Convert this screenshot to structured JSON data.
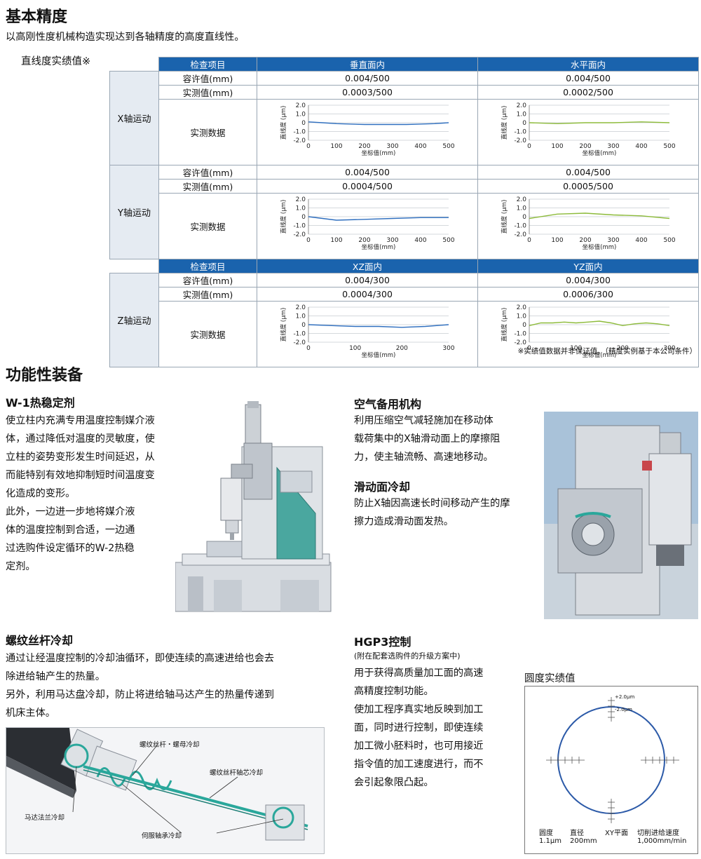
{
  "section1": {
    "title": "基本精度",
    "desc": "以高刚性度机械构造实现达到各轴精度的高度直线性。",
    "subtitle": "直线度实绩值※",
    "header1": {
      "item": "检查项目",
      "col1": "垂直面内",
      "col2": "水平面内"
    },
    "header2": {
      "item": "检查项目",
      "col1": "XZ面内",
      "col2": "YZ面内"
    },
    "row_labels": {
      "tol": "容许值(mm)",
      "meas": "实测值(mm)",
      "data": "实测数据"
    },
    "axes": [
      {
        "name": "X轴运动",
        "tol1": "0.004/500",
        "tol2": "0.004/500",
        "meas1": "0.0003/500",
        "meas2": "0.0002/500"
      },
      {
        "name": "Y轴运动",
        "tol1": "0.004/500",
        "tol2": "0.004/500",
        "meas1": "0.0004/500",
        "meas2": "0.0005/500"
      },
      {
        "name": "Z轴运动",
        "tol1": "0.004/300",
        "tol2": "0.004/300",
        "meas1": "0.0004/300",
        "meas2": "0.0006/300"
      }
    ],
    "footnote": "※实绩值数据并非保证值。（精度实例基于本公司条件）"
  },
  "chart_data": [
    {
      "type": "line",
      "ylabel": "直线度 (μm)",
      "xlabel": "坐标值(mm)",
      "ylim": [
        -2.0,
        2.0
      ],
      "yticks": [
        "2.0",
        "1.0",
        "0",
        "-1.0",
        "-2.0"
      ],
      "xticks": [
        "0",
        "100",
        "200",
        "300",
        "400",
        "500"
      ],
      "xmax": 500,
      "color": "#2f6fbf",
      "x": [
        0,
        50,
        100,
        150,
        200,
        250,
        300,
        350,
        400,
        450,
        500
      ],
      "y": [
        0.1,
        0,
        -0.1,
        -0.15,
        -0.2,
        -0.2,
        -0.2,
        -0.2,
        -0.15,
        -0.1,
        0
      ]
    },
    {
      "type": "line",
      "ylabel": "直线度 (μm)",
      "xlabel": "坐标值(mm)",
      "ylim": [
        -2.0,
        2.0
      ],
      "yticks": [
        "2.0",
        "1.0",
        "0",
        "-1.0",
        "-2.0"
      ],
      "xticks": [
        "0",
        "100",
        "200",
        "300",
        "400",
        "500"
      ],
      "xmax": 500,
      "color": "#8dbb3a",
      "x": [
        0,
        100,
        200,
        300,
        400,
        500
      ],
      "y": [
        0,
        -0.1,
        0,
        0,
        0.1,
        0
      ]
    },
    {
      "type": "line",
      "ylabel": "直线度 (μm)",
      "xlabel": "坐标值(mm)",
      "ylim": [
        -2.0,
        2.0
      ],
      "yticks": [
        "2.0",
        "1.0",
        "0",
        "-1.0",
        "-2.0"
      ],
      "xticks": [
        "0",
        "100",
        "200",
        "300",
        "400",
        "500"
      ],
      "xmax": 500,
      "color": "#2f6fbf",
      "x": [
        0,
        100,
        200,
        300,
        400,
        500
      ],
      "y": [
        0,
        -0.4,
        -0.3,
        -0.2,
        -0.1,
        -0.1
      ]
    },
    {
      "type": "line",
      "ylabel": "直线度 (μm)",
      "xlabel": "坐标值(mm)",
      "ylim": [
        -2.0,
        2.0
      ],
      "yticks": [
        "2.0",
        "1.0",
        "0",
        "-1.0",
        "-2.0"
      ],
      "xticks": [
        "0",
        "100",
        "200",
        "300",
        "400",
        "500"
      ],
      "xmax": 500,
      "color": "#8dbb3a",
      "x": [
        0,
        100,
        200,
        300,
        400,
        500
      ],
      "y": [
        -0.2,
        0.3,
        0.4,
        0.2,
        0.1,
        -0.2
      ]
    },
    {
      "type": "line",
      "ylabel": "直线度 (μm)",
      "xlabel": "坐标值(mm)",
      "ylim": [
        -2.0,
        2.0
      ],
      "yticks": [
        "2.0",
        "1.0",
        "0",
        "-1.0",
        "-2.0"
      ],
      "xticks": [
        "0",
        "100",
        "200",
        "300"
      ],
      "xmax": 300,
      "color": "#2f6fbf",
      "x": [
        0,
        50,
        100,
        150,
        200,
        250,
        300
      ],
      "y": [
        0,
        -0.1,
        -0.2,
        -0.2,
        -0.3,
        -0.2,
        0
      ]
    },
    {
      "type": "line",
      "ylabel": "直线度 (μm)",
      "xlabel": "坐标值(mm)",
      "ylim": [
        -2.0,
        2.0
      ],
      "yticks": [
        "2.0",
        "1.0",
        "0",
        "-1.0",
        "-2.0"
      ],
      "xticks": [
        "0",
        "100",
        "200",
        "300"
      ],
      "xmax": 300,
      "color": "#8dbb3a",
      "x": [
        0,
        25,
        50,
        75,
        100,
        125,
        150,
        175,
        200,
        225,
        250,
        275,
        300
      ],
      "y": [
        -0.1,
        0.2,
        0.2,
        0.3,
        0.2,
        0.3,
        0.4,
        0.2,
        -0.1,
        0.1,
        0.2,
        0.1,
        -0.1
      ]
    }
  ],
  "section2": {
    "title": "功能性装备",
    "w1": {
      "title": "W-1热稳定剂",
      "p1": [
        "使立柱内充满专用温度控制媒介液",
        "体，通过降低对温度的灵敏度，使",
        "立柱的姿势变形发生时间延迟，从",
        "而能特别有效地抑制短时间温度变",
        "化造成的变形。"
      ],
      "p2": [
        "此外，一边进一步地将媒介液",
        "体的温度控制到合适，一边通",
        "过选购件设定循环的W-2热稳",
        "定剂。"
      ]
    },
    "air": {
      "title": "空气备用机构",
      "lines": [
        "利用压缩空气减轻施加在移动体",
        "载荷集中的X轴滑动面上的摩擦阻",
        "力，使主轴流畅、高速地移动。"
      ]
    },
    "slide": {
      "title": "滑动面冷却",
      "lines": [
        "防止X轴因高速长时间移动产生的摩",
        "擦力造成滑动面发热。"
      ]
    },
    "screw": {
      "title": "螺纹丝杆冷却",
      "lines": [
        "通过让经温度控制的冷却油循环，即使连续的高速进给也会去",
        "除进给轴产生的热量。",
        "另外，利用马达盘冷却，防止将进给轴马达产生的热量传递到",
        "机床主体。"
      ],
      "callouts": {
        "nut": "螺纹丝杆・螺母冷却",
        "core": "螺纹丝杆轴芯冷却",
        "flange": "马达法兰冷却",
        "bearing": "伺服轴承冷却"
      }
    },
    "hgp": {
      "title": "HGP3控制",
      "note": "(附在配套选购件的升级方案中)",
      "lines": [
        "用于获得高质量加工面的高速",
        "高精度控制功能。",
        "使加工程序真实地反映到加工",
        "面，同时进行控制，即使连续",
        "加工微小胚料时，也可用接近",
        "指令值的加工速度进行，而不",
        "会引起象限凸起。"
      ]
    },
    "round": {
      "title": "圆度实绩值",
      "plus": "+2.0μm",
      "minus": "-2.0μm",
      "l1": "圆度",
      "v1": "1.1μm",
      "l2": "直径",
      "v2": "200mm",
      "l3": "XY平面",
      "l4": "切削进给速度",
      "v4": "1,000mm/min"
    }
  }
}
